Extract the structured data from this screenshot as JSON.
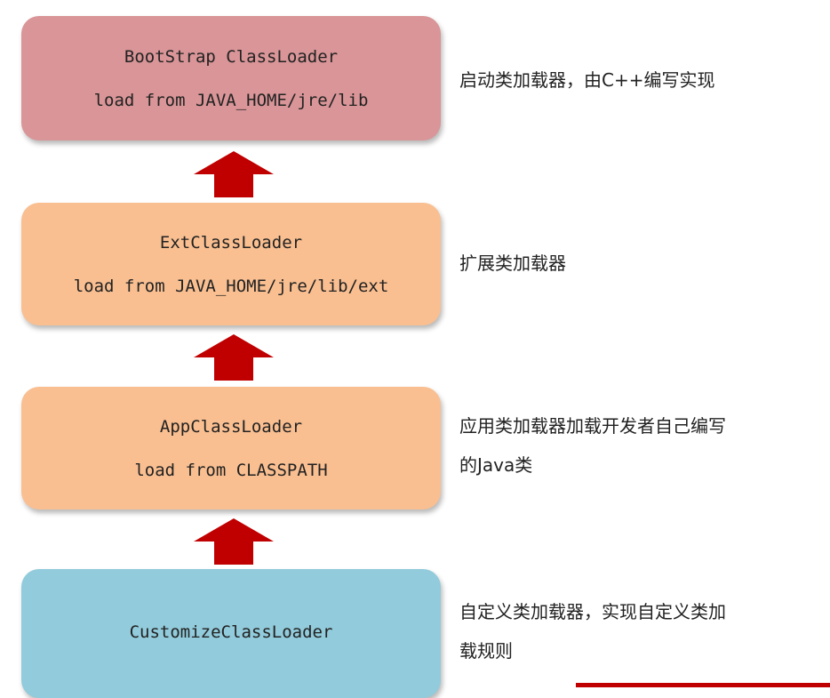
{
  "colors": {
    "bootstrap_fill": "#d99597",
    "ext_fill": "#f9bf91",
    "app_fill": "#f9bf91",
    "custom_fill": "#92cbdb",
    "arrow": "#c00000"
  },
  "loaders": [
    {
      "name": "BootStrap ClassLoader",
      "path": "load from JAVA_HOME/jre/lib",
      "description": "启动类加载器，由C++编写实现"
    },
    {
      "name": "ExtClassLoader",
      "path": "load from JAVA_HOME/jre/lib/ext",
      "description": "扩展类加载器"
    },
    {
      "name": "AppClassLoader",
      "path": "load from CLASSPATH",
      "description_lines": [
        "应用类加载器加载开发者自己编写",
        "的Java类"
      ]
    },
    {
      "name": "CustomizeClassLoader",
      "description_lines": [
        "自定义类加载器，实现自定义类加",
        "载规则"
      ]
    }
  ],
  "arrow_icon": "up-arrow-icon"
}
